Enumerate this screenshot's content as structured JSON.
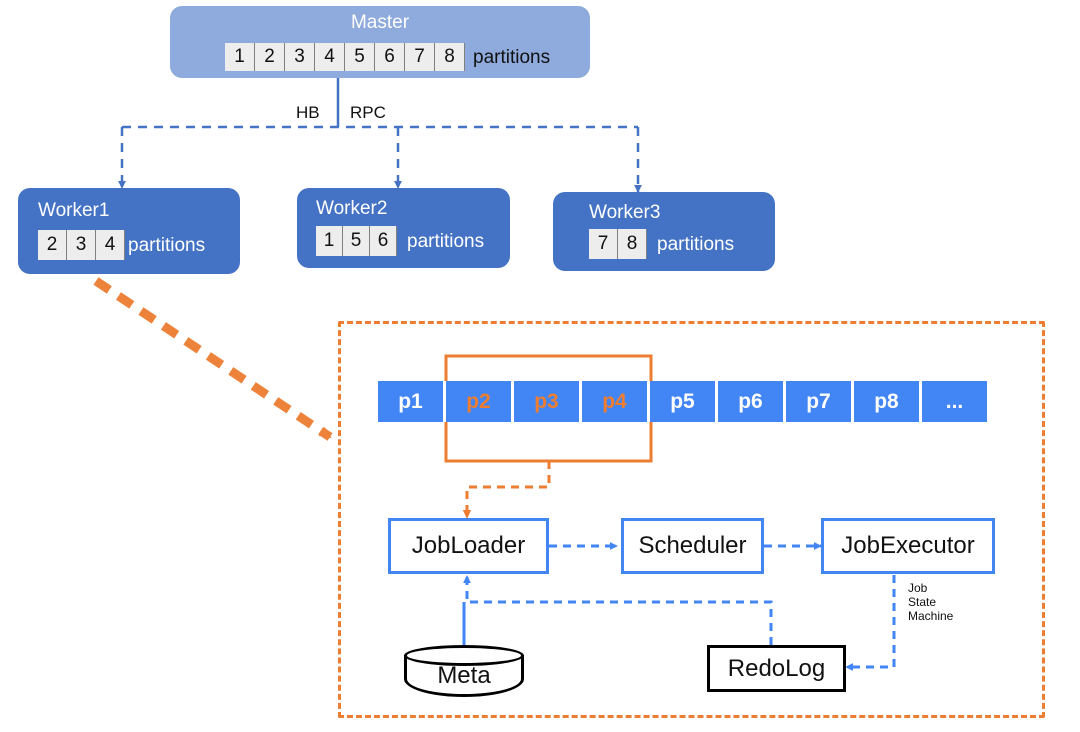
{
  "diagram": {
    "title_implicit": "Distributed job scheduling architecture",
    "colors": {
      "master_fill": "#8FAADC",
      "worker_fill": "#4472C4",
      "partition_cell_fill": "#4285F4",
      "accent_orange": "#ED7D31",
      "accent_blue": "#4285F4",
      "box_black": "#000000",
      "cell_grey": "#EDEDED"
    }
  },
  "master": {
    "label": "Master",
    "partitions": [
      "1",
      "2",
      "3",
      "4",
      "5",
      "6",
      "7",
      "8"
    ],
    "partitions_caption": "partitions"
  },
  "workers": [
    {
      "label": "Worker1",
      "partitions": [
        "2",
        "3",
        "4"
      ],
      "caption": "partitions"
    },
    {
      "label": "Worker2",
      "partitions": [
        "1",
        "5",
        "6"
      ],
      "caption": "partitions"
    },
    {
      "label": "Worker3",
      "partitions": [
        "7",
        "8"
      ],
      "caption": "partitions"
    }
  ],
  "links": {
    "hb": "HB",
    "rpc": "RPC"
  },
  "detail": {
    "partition_bar": [
      {
        "label": "p1",
        "highlighted": false
      },
      {
        "label": "p2",
        "highlighted": true
      },
      {
        "label": "p3",
        "highlighted": true
      },
      {
        "label": "p4",
        "highlighted": true
      },
      {
        "label": "p5",
        "highlighted": false
      },
      {
        "label": "p6",
        "highlighted": false
      },
      {
        "label": "p7",
        "highlighted": false
      },
      {
        "label": "p8",
        "highlighted": false
      },
      {
        "label": "...",
        "highlighted": false
      }
    ],
    "pipeline": [
      {
        "label": "JobLoader"
      },
      {
        "label": "Scheduler"
      },
      {
        "label": "JobExecutor"
      }
    ],
    "stores": [
      {
        "label": "Meta",
        "shape": "cylinder"
      },
      {
        "label": "RedoLog",
        "shape": "rect"
      }
    ],
    "annotation": {
      "line1": "Job",
      "line2": "State",
      "line3": "Machine"
    }
  }
}
